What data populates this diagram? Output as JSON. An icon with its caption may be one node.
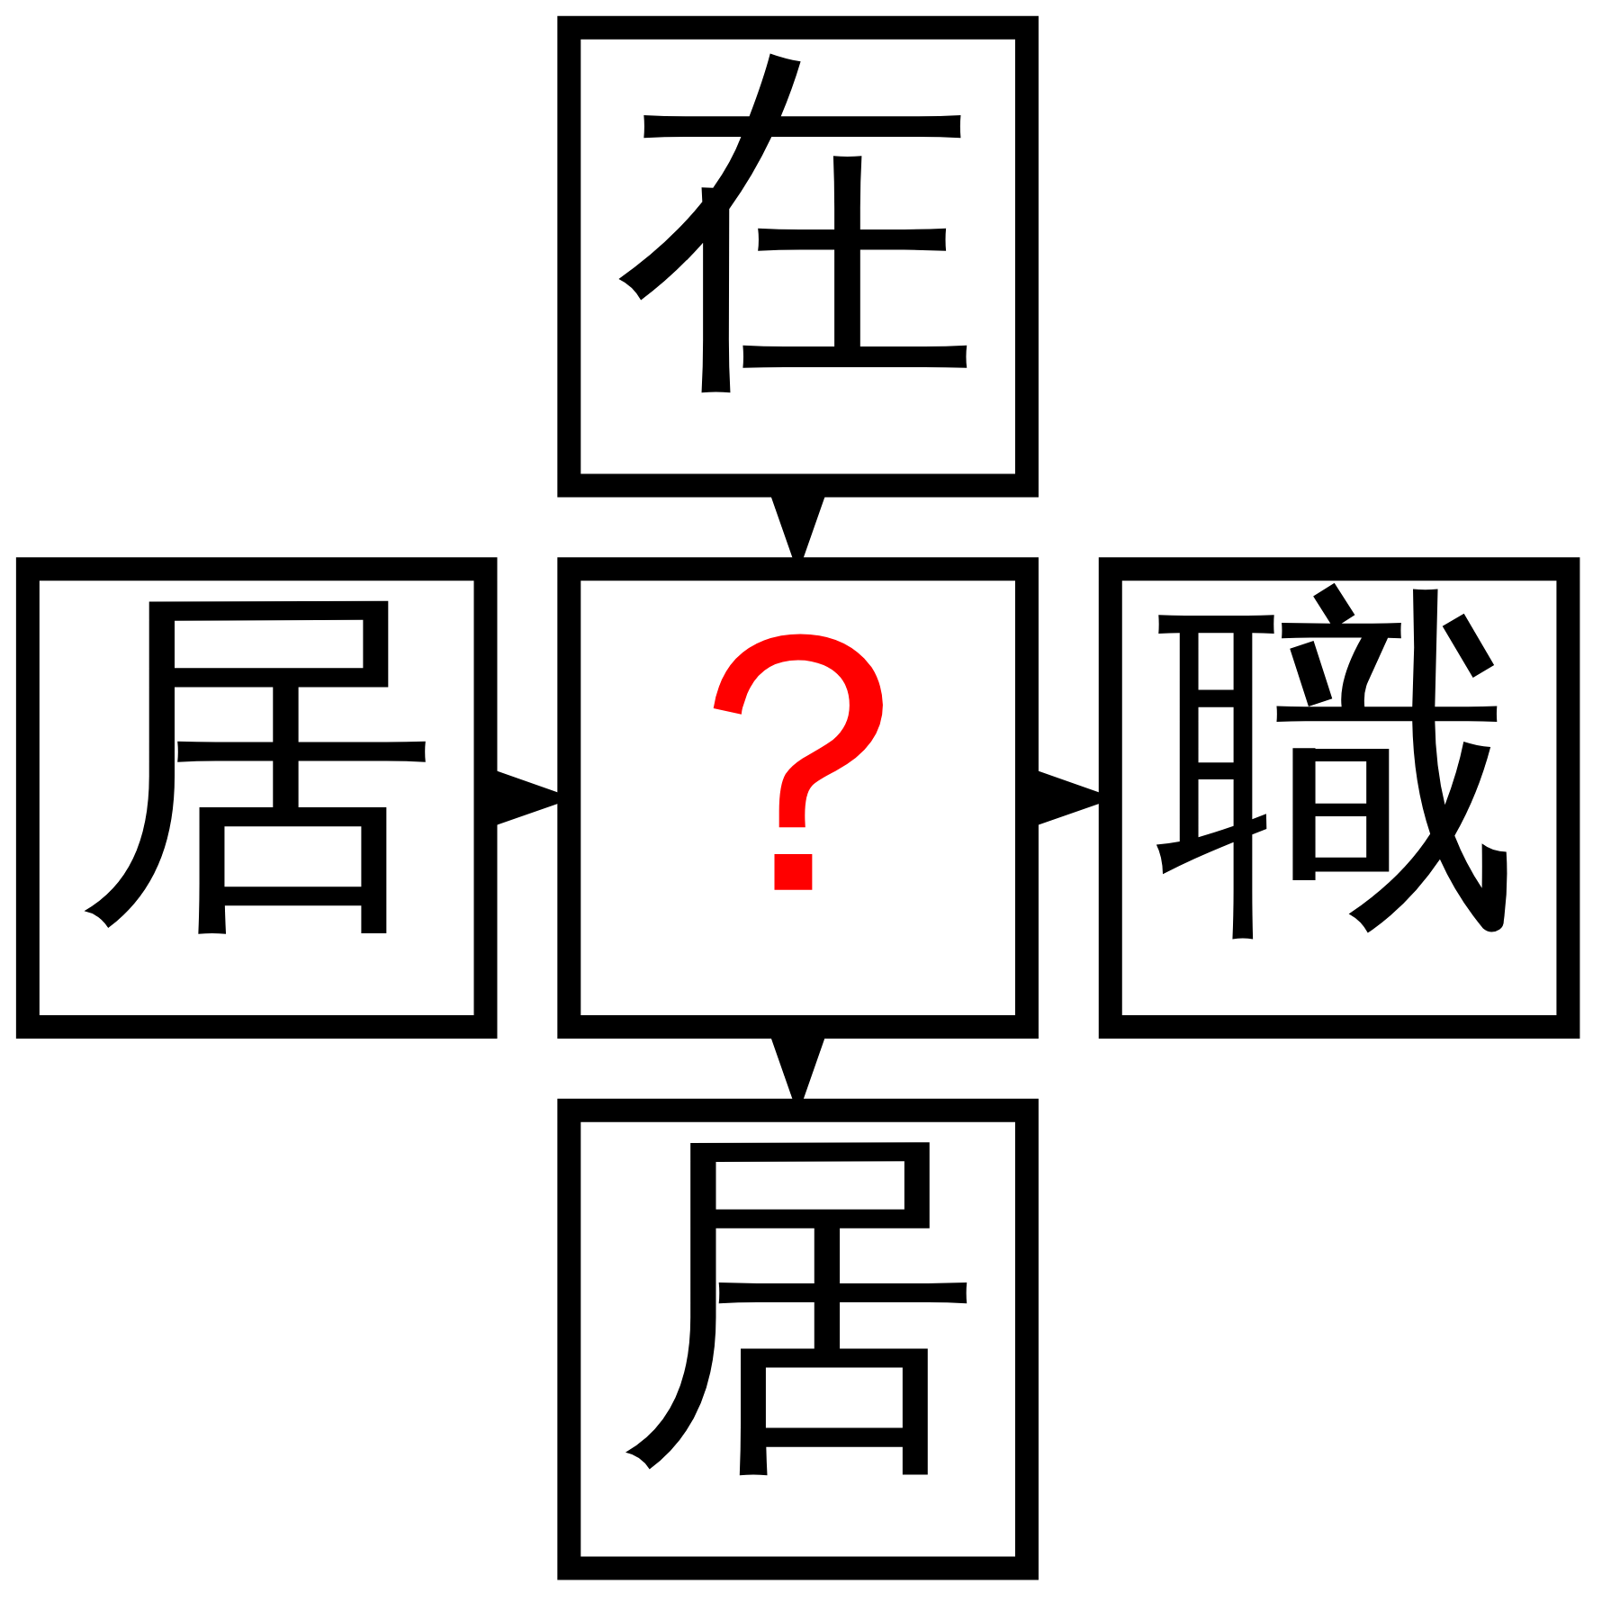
{
  "diagram": {
    "nodes": [
      {
        "text": [
          "在"
        ]
      },
      {
        "text": [
          "居"
        ]
      },
      {
        "text": [
          "？"
        ]
      },
      {
        "text": [
          "職"
        ]
      },
      {
        "text": [
          "居"
        ]
      }
    ],
    "edges": [
      {
        "from": 0,
        "to": 2,
        "arrow": "to"
      },
      {
        "from": 1,
        "to": 2,
        "arrow": "to"
      },
      {
        "from": 2,
        "to": 3,
        "arrow": "to"
      },
      {
        "from": 2,
        "to": 4,
        "arrow": "to"
      }
    ]
  }
}
